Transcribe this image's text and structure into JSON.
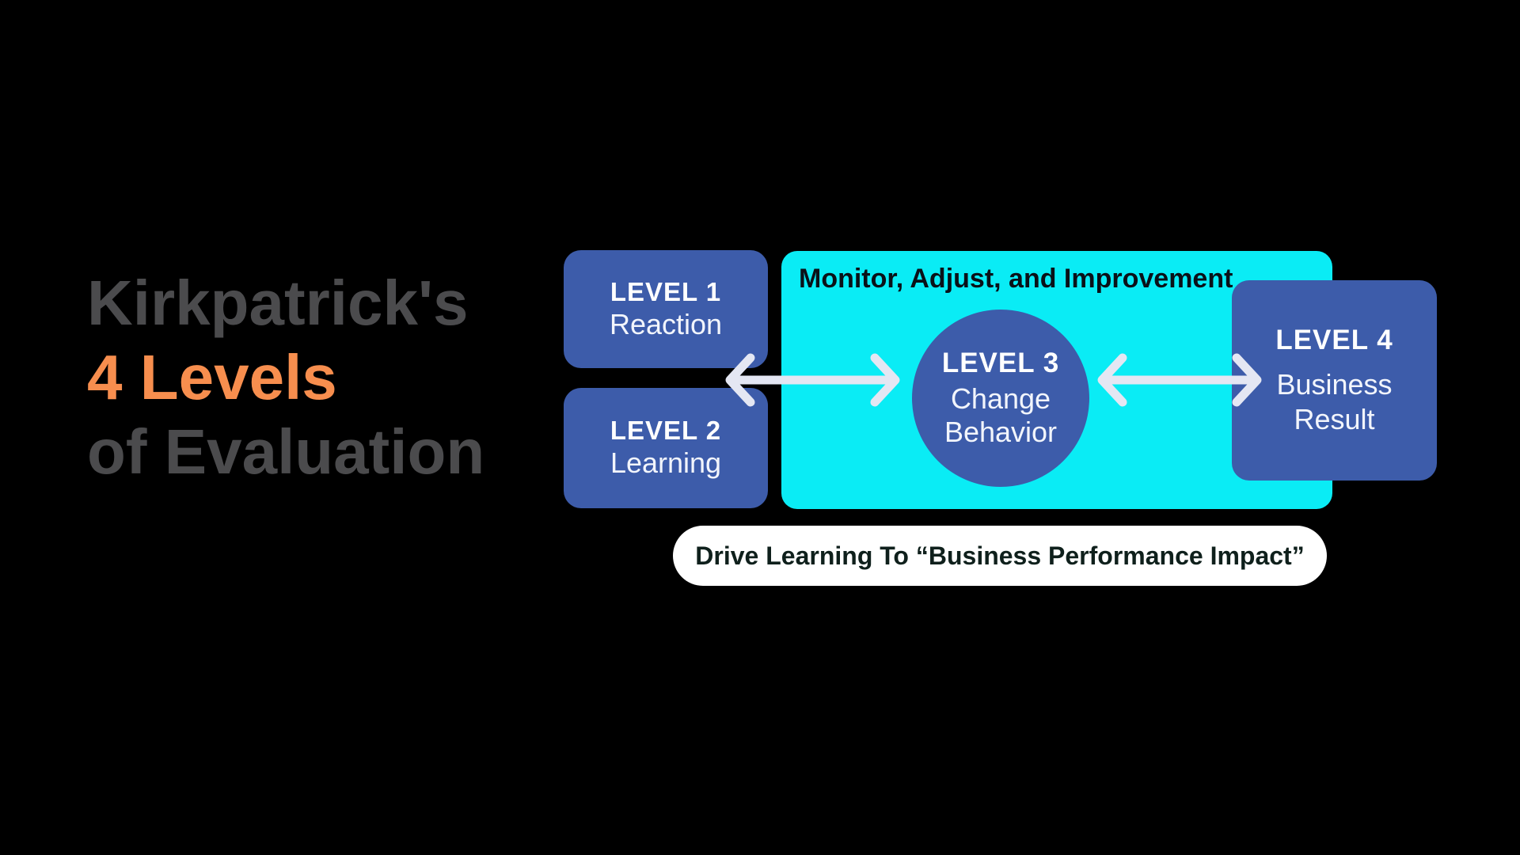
{
  "title": {
    "line1": "Kirkpatrick's",
    "line2": "4 Levels",
    "line3": "of Evaluation"
  },
  "banner": {
    "label": "Monitor, Adjust, and Improvement"
  },
  "levels": [
    {
      "name": "LEVEL 1",
      "descriptor": "Reaction"
    },
    {
      "name": "LEVEL 2",
      "descriptor": "Learning"
    },
    {
      "name": "LEVEL 3",
      "descriptor_line1": "Change",
      "descriptor_line2": "Behavior"
    },
    {
      "name": "LEVEL 4",
      "descriptor_line1": "Business",
      "descriptor_line2": "Result"
    }
  ],
  "pill": {
    "label": "Drive Learning To “Business Performance Impact”"
  },
  "colors": {
    "background": "#000000",
    "title_gray": "#4b4b4d",
    "title_orange": "#f78e4e",
    "box_blue": "#3d5caa",
    "cyan_panel": "#0aecf5",
    "arrow": "#e4e7f3",
    "pill_background": "#ffffff",
    "pill_text": "#0f201c",
    "banner_text": "#0a1118",
    "box_text": "#ffffff"
  }
}
